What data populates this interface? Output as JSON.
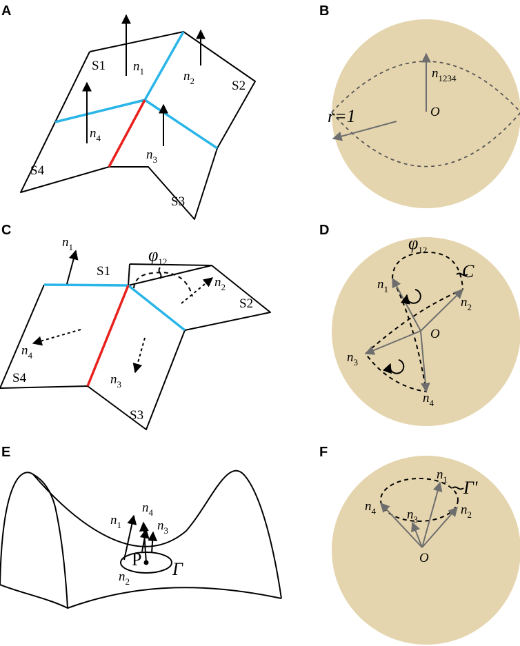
{
  "panels": [
    "A",
    "B",
    "C",
    "D",
    "E",
    "F"
  ],
  "surfaces": [
    "S1",
    "S2",
    "S3",
    "S4"
  ],
  "normals": {
    "n1": "n",
    "n1_sub": "1",
    "n2": "n",
    "n2_sub": "2",
    "n3": "n",
    "n3_sub": "3",
    "n4": "n",
    "n4_sub": "4",
    "n1234": "n",
    "n1234_sub": "1234"
  },
  "labels": {
    "origin": "O",
    "radius": "r=1",
    "phi": "φ",
    "phi_sub": "12",
    "curve_c": "C",
    "point_p": "P",
    "gamma": "Γ",
    "gamma_prime": "Γ'"
  },
  "colors": {
    "sphere": "#e5d5ae",
    "cyan_edge": "#29b5e8",
    "red_edge": "#e8211d",
    "gray_arrow": "#6e6e6e"
  }
}
